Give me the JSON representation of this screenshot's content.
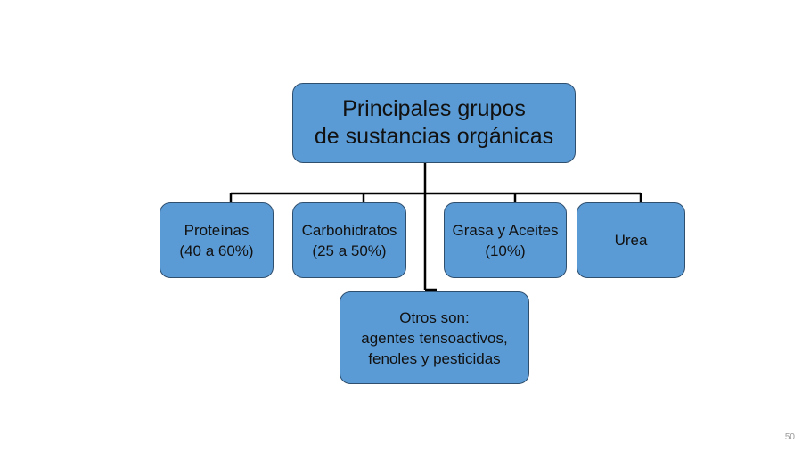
{
  "diagram": {
    "root": {
      "lines": [
        "Principales grupos",
        "de sustancias orgánicas"
      ]
    },
    "children": [
      {
        "lines": [
          "Proteínas",
          "(40 a 60%)"
        ]
      },
      {
        "lines": [
          "Carbohidratos",
          "(25 a 50%)"
        ]
      },
      {
        "lines": [
          "Grasa y Aceites",
          "(10%)"
        ]
      },
      {
        "lines": [
          "Urea"
        ]
      }
    ],
    "other": {
      "lines": [
        "Otros son:",
        "agentes tensoactivos,",
        "fenoles y pesticidas"
      ]
    }
  },
  "colors": {
    "box_fill": "#5b9bd5",
    "box_border": "#2f4f6f",
    "connector": "#000000"
  },
  "page_number": "50"
}
